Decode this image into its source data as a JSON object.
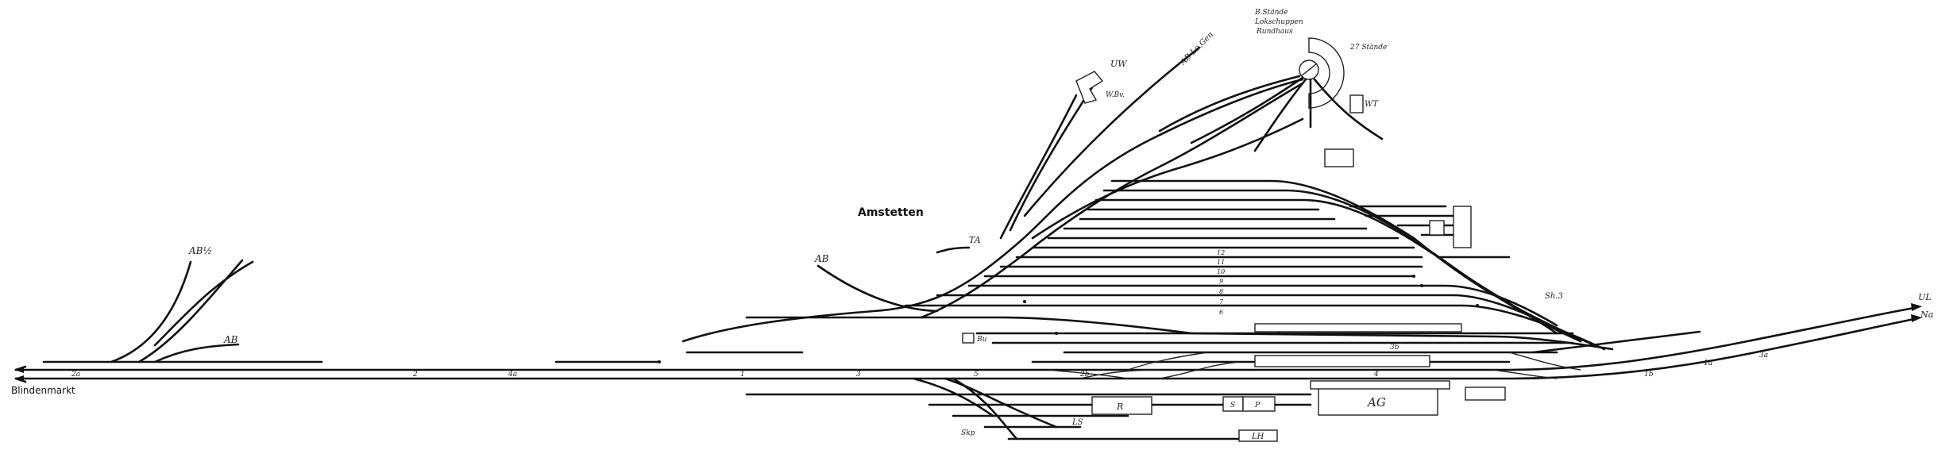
{
  "station": {
    "name": "Amstetten",
    "origin": "Blindenmarkt"
  },
  "lines": {
    "ab_dash": "AB½",
    "ab": "AB",
    "ab_upper": "AB",
    "ta": "TA",
    "uw": "UW",
    "ab_lo_gen": "AB Lo.Gen",
    "w_bv": "W.Bv.",
    "wt": "WT",
    "sh3": "Sh.3",
    "ul": "UL",
    "na": "Na"
  },
  "turntable": {
    "label_line1": "B.Stände",
    "label_line2": "Lokschuppen",
    "label_line3": "Rundhaus",
    "label_right": "27 Stände"
  },
  "buildings": {
    "ag": "AG",
    "r": "R",
    "ls": "LS",
    "lh": "LH",
    "s": "S",
    "p": "P",
    "bu": "Bu",
    "skp": "Skp"
  },
  "track_numbers": {
    "t_2a": "2a",
    "t_4a": "4a",
    "t_2": "2",
    "t_1": "1",
    "t_3": "3",
    "t_5": "5",
    "t_4": "4",
    "t_2b": "2b",
    "t_1b": "1b",
    "t_3b": "3b",
    "t_1a": "1a",
    "t_3a": "3a",
    "t_6": "6",
    "t_7": "7",
    "t_8": "8",
    "t_9": "9",
    "t_10": "10",
    "t_11": "11",
    "t_12": "12"
  }
}
